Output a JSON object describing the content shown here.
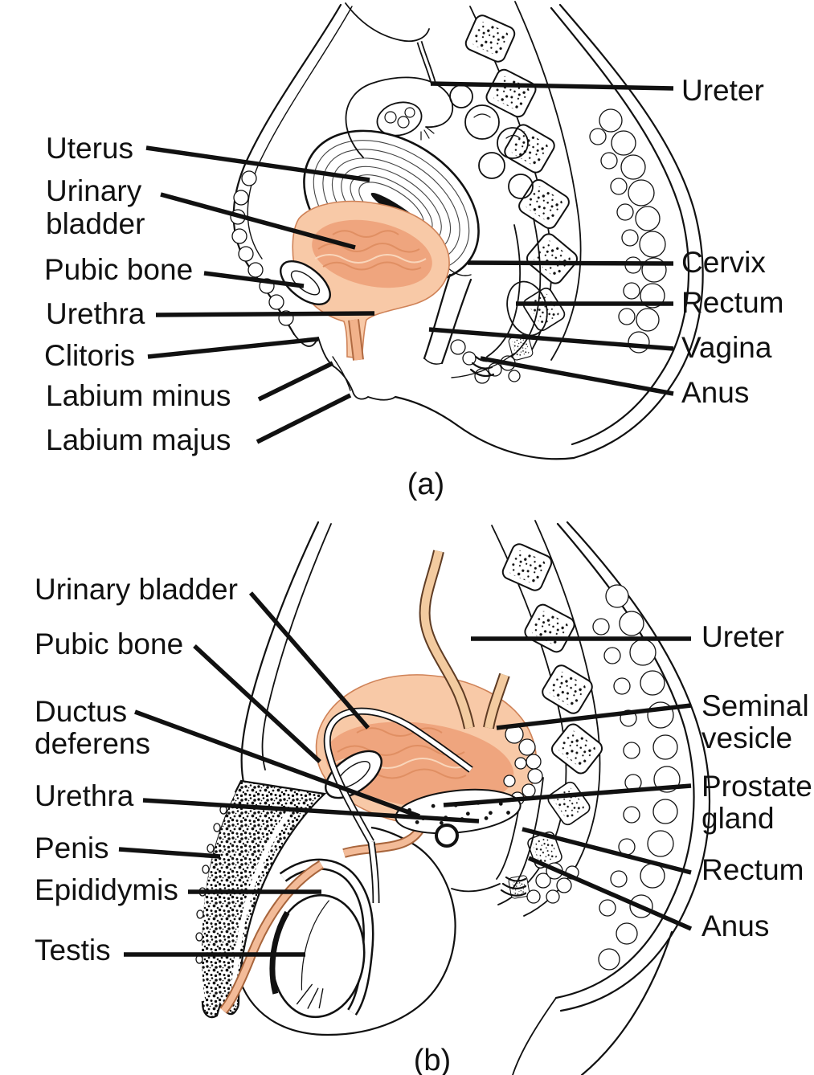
{
  "figure": {
    "panel_a": {
      "caption": "(a)",
      "labels": {
        "uterus": "Uterus",
        "urinary_bladder_line1": "Urinary",
        "urinary_bladder_line2": "bladder",
        "pubic_bone": "Pubic bone",
        "urethra": "Urethra",
        "clitoris": "Clitoris",
        "labium_minus": "Labium minus",
        "labium_majus": "Labium majus",
        "ureter": "Ureter",
        "cervix": "Cervix",
        "rectum": "Rectum",
        "vagina": "Vagina",
        "anus": "Anus"
      }
    },
    "panel_b": {
      "caption": "(b)",
      "labels": {
        "urinary_bladder": "Urinary bladder",
        "pubic_bone": "Pubic bone",
        "ductus_deferens_line1": "Ductus",
        "ductus_deferens_line2": "deferens",
        "urethra": "Urethra",
        "penis": "Penis",
        "epididymis": "Epididymis",
        "testis": "Testis",
        "ureter": "Ureter",
        "seminal_vesicle_line1": "Seminal",
        "seminal_vesicle_line2": "vesicle",
        "prostate_gland_line1": "Prostate",
        "prostate_gland_line2": "gland",
        "rectum": "Rectum",
        "anus": "Anus"
      }
    },
    "colors": {
      "outline": "#111111",
      "label_text": "#111111",
      "organ_light": "#f8c9a7",
      "organ_dark": "#efa57e",
      "urethra_tube": "#f2b28b",
      "ureter_tube": "#f3cba0",
      "background": "#ffffff"
    }
  }
}
